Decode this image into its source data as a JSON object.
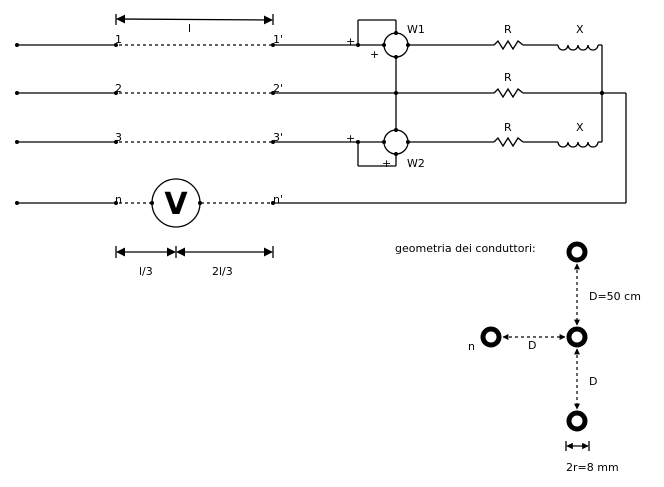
{
  "circuit": {
    "length_label": "l",
    "lines": [
      {
        "start_label": "1",
        "end_label": "1'"
      },
      {
        "start_label": "2",
        "end_label": "2'"
      },
      {
        "start_label": "3",
        "end_label": "3'"
      },
      {
        "start_label": "n",
        "end_label": "n'"
      }
    ],
    "voltmeter_label": "V",
    "segment_labels": {
      "first": "l/3",
      "second": "2l/3"
    },
    "wattmeters": [
      {
        "label": "W1",
        "plus_current": "+",
        "plus_voltage": "+"
      },
      {
        "label": "W2",
        "plus_current": "+",
        "plus_voltage": "+"
      }
    ],
    "loads": [
      {
        "resistor": "R",
        "reactance": "X"
      },
      {
        "resistor": "R"
      },
      {
        "resistor": "R",
        "reactance": "X"
      }
    ]
  },
  "geometry": {
    "title": "geometria dei conduttori:",
    "neutral_label": "n",
    "vertical_spacing_label": "D=50 cm",
    "horizontal_spacing_label": "D",
    "lower_spacing_label": "D",
    "diameter_label": "2r=8 mm"
  }
}
